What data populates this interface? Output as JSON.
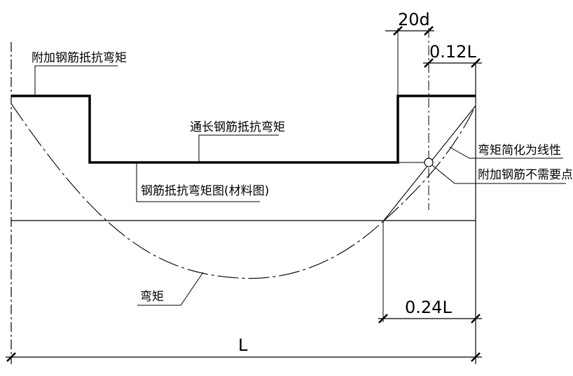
{
  "labels": {
    "additional_rebar_resistance": "附加钢筋抵抗弯矩",
    "continuous_rebar_resistance": "通长钢筋抵抗弯矩",
    "rebar_resistance_diagram": "钢筋抵抗弯矩图(材料图)",
    "moment_simplified_linear": "弯矩简化为线性",
    "additional_rebar_not_needed_point": "附加钢筋不需要点",
    "bending_moment": "弯矩"
  },
  "dimensions": {
    "anchorage": "20d",
    "distance_upper": "0.12L",
    "distance_lower": "0.24L",
    "span": "L"
  }
}
